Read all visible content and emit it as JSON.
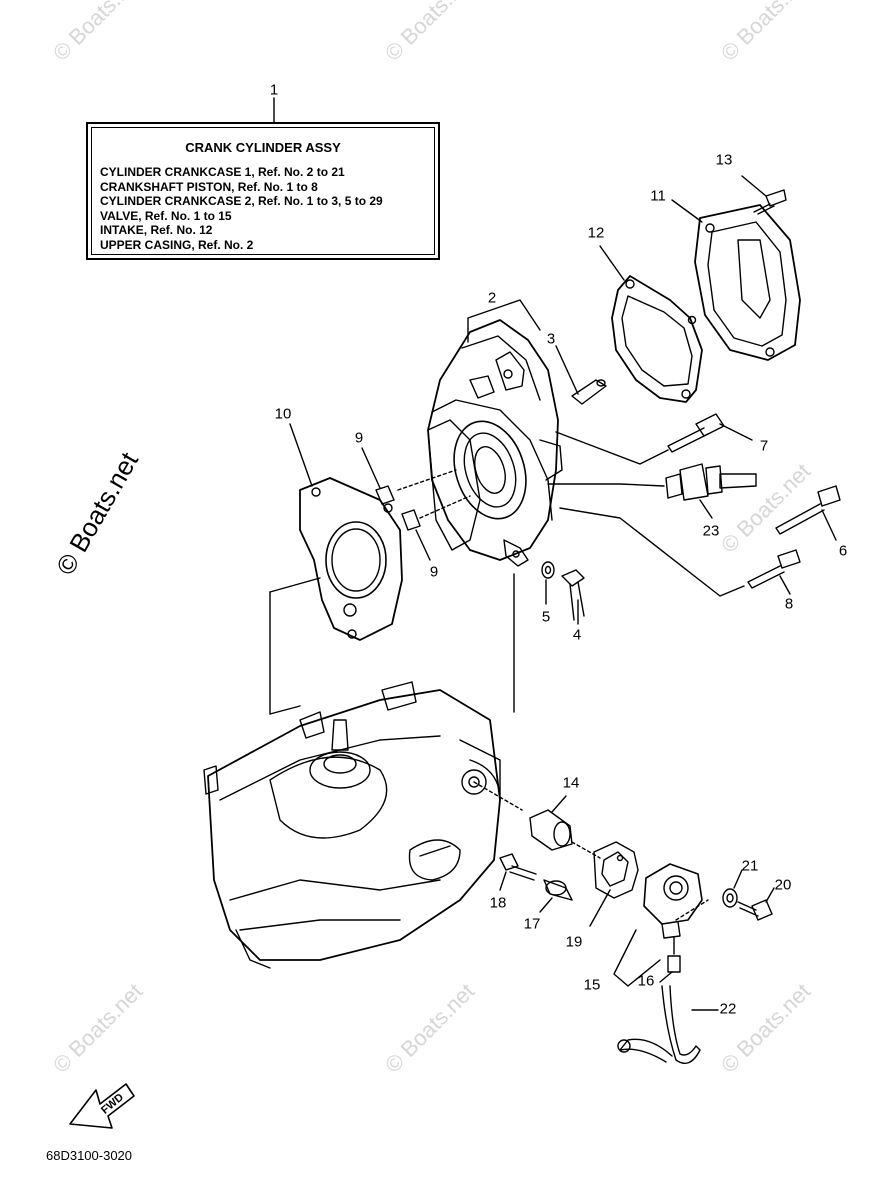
{
  "info_box": {
    "title": "CRANK  CYLINDER ASSY",
    "lines": [
      "CYLINDER CRANKCASE 1,  Ref. No. 2 to 21",
      "CRANKSHAFT PISTON,  Ref. No. 1 to 8",
      "CYLINDER CRANKCASE 2,  Ref. No. 1 to 3, 5 to 29",
      "VALVE,   Ref. No. 1 to 15",
      "INTAKE,  Ref. No. 12",
      "UPPER CASING,  Ref. No. 2"
    ]
  },
  "callouts": {
    "n1": "1",
    "n2": "2",
    "n3": "3",
    "n4": "4",
    "n5": "5",
    "n6": "6",
    "n7": "7",
    "n8": "8",
    "n9a": "9",
    "n9b": "9",
    "n10": "10",
    "n11": "11",
    "n12": "12",
    "n13": "13",
    "n14": "14",
    "n15": "15",
    "n16": "16",
    "n17": "17",
    "n18": "18",
    "n19": "19",
    "n20": "20",
    "n21": "21",
    "n22": "22",
    "n23": "23"
  },
  "fwd_label": "FWD",
  "footer_code": "68D3100-3020",
  "watermark": "© Boats.net",
  "side_watermark": "© Boats.net"
}
